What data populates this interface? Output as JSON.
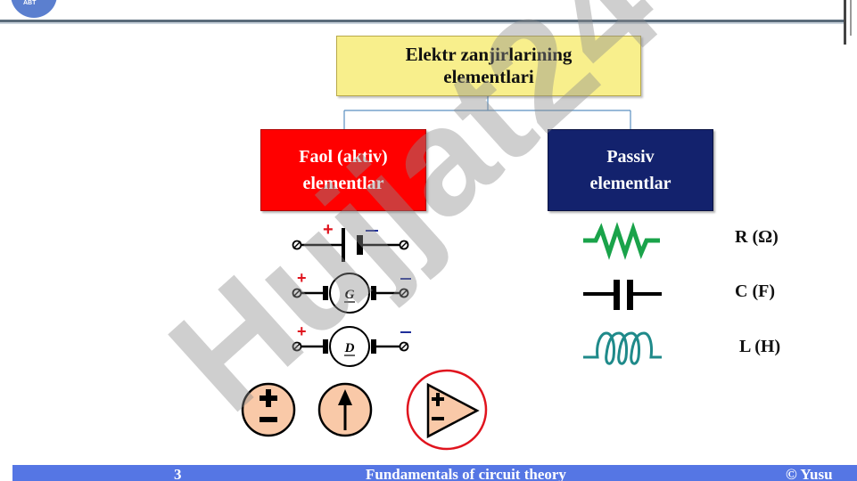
{
  "header": {
    "logo_text": "ABT"
  },
  "diagram": {
    "root": {
      "line1": "Elektr zanjirlarining",
      "line2": "elementlari"
    },
    "active": {
      "line1": "Faol (aktiv)",
      "line2": "elementlar"
    },
    "passive": {
      "line1": "Passiv",
      "line2": "elementlar"
    },
    "generator_letter": "G",
    "motor_letter": "D",
    "units": {
      "resistor": "R (Ω)",
      "capacitor": "C (F)",
      "inductor": "L (H)"
    }
  },
  "watermark": {
    "text": "Hujjat24"
  },
  "footer": {
    "page_number": "3",
    "title": "Fundamentals of circuit theory",
    "copyright": "© Yusu"
  },
  "colors": {
    "active_red": "#ff0000",
    "passive_navy": "#13226d",
    "root_yellow": "#f8ef8c",
    "footer_blue": "#5576e4",
    "resistor_green": "#1aa34a",
    "inductor_teal": "#1f8a8a",
    "source_fill": "#f9c9a8",
    "op_amp_ring": "#e0141e"
  }
}
